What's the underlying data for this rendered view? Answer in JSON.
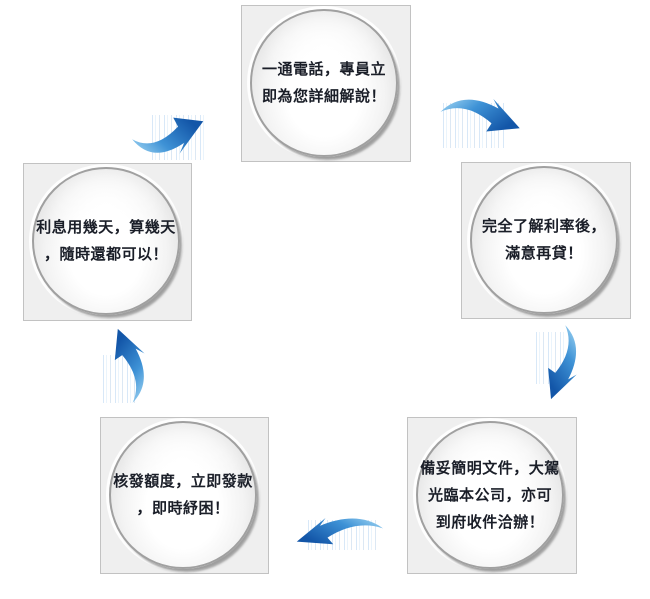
{
  "diagram": {
    "type": "circular-process-flow",
    "nodes": [
      {
        "step": 1,
        "position": "top",
        "lines": [
          "一通電話，專員立",
          "即為您詳細解說！",
          ""
        ]
      },
      {
        "step": 2,
        "position": "right",
        "lines": [
          "完全了解利率後，",
          "滿意再貸！",
          ""
        ]
      },
      {
        "step": 3,
        "position": "bottom-right",
        "lines": [
          "備妥簡明文件，大駕",
          "光臨本公司，亦可",
          "到府收件洽辦！"
        ]
      },
      {
        "step": 4,
        "position": "bottom-left",
        "lines": [
          "核發額度，立即發款",
          "，即時紓困！",
          ""
        ]
      },
      {
        "step": 5,
        "position": "left",
        "lines": [
          "利息用幾天，算幾天",
          "，隨時還都可以！",
          ""
        ]
      }
    ],
    "arrows": [
      {
        "from": 1,
        "to": 2,
        "position": "top-right",
        "direction": "down-right"
      },
      {
        "from": 2,
        "to": 3,
        "position": "right",
        "direction": "down-left"
      },
      {
        "from": 3,
        "to": 4,
        "position": "bottom",
        "direction": "left"
      },
      {
        "from": 4,
        "to": 5,
        "position": "left",
        "direction": "up"
      },
      {
        "from": 5,
        "to": 1,
        "position": "top-left",
        "direction": "up-right"
      }
    ],
    "colors": {
      "arrow_blue_light": "#a6d9f4",
      "arrow_blue_mid": "#3e92d6",
      "arrow_blue_dark": "#1356a8",
      "node_box_background": "#efefef",
      "node_box_border": "#c2c2c2",
      "sphere_rim": "#a0a0a0",
      "text": "#1a1e28"
    }
  }
}
